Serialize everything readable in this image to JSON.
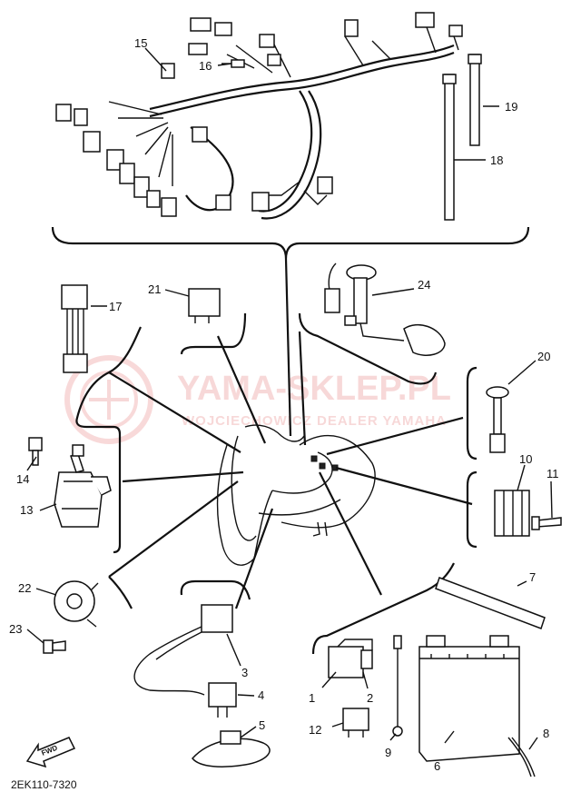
{
  "diagram": {
    "part_labels": [
      "1",
      "2",
      "3",
      "4",
      "5",
      "6",
      "7",
      "8",
      "9",
      "10",
      "11",
      "12",
      "13",
      "14",
      "15",
      "16",
      "17",
      "18",
      "19",
      "20",
      "21",
      "22",
      "23",
      "24"
    ],
    "drawing_code": "2EK110-7320",
    "direction_marker": "FWD",
    "watermark": {
      "title": "YAMA-SKLEP.PL",
      "subtitle": "WOJCIECHOWICZ DEALER YAMAHA"
    }
  }
}
